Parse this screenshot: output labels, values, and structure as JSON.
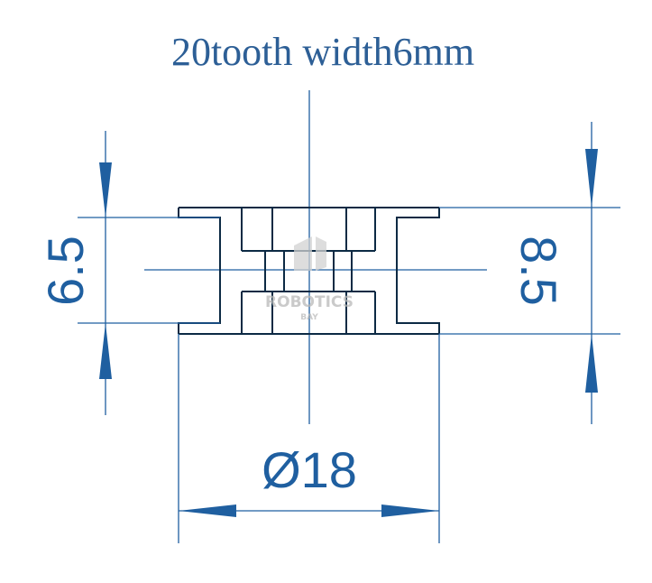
{
  "title": "20tooth width6mm",
  "dimensions": {
    "inner_width": "6.5",
    "outer_width": "8.5",
    "diameter": "Ø18"
  },
  "watermark": {
    "line1": "ROBOTICS",
    "line2": "BAY"
  },
  "colors": {
    "line": "#1f5fa0",
    "title": "#2d5f96",
    "outline": "#0c2a44",
    "watermark": "#b9b9b9"
  }
}
